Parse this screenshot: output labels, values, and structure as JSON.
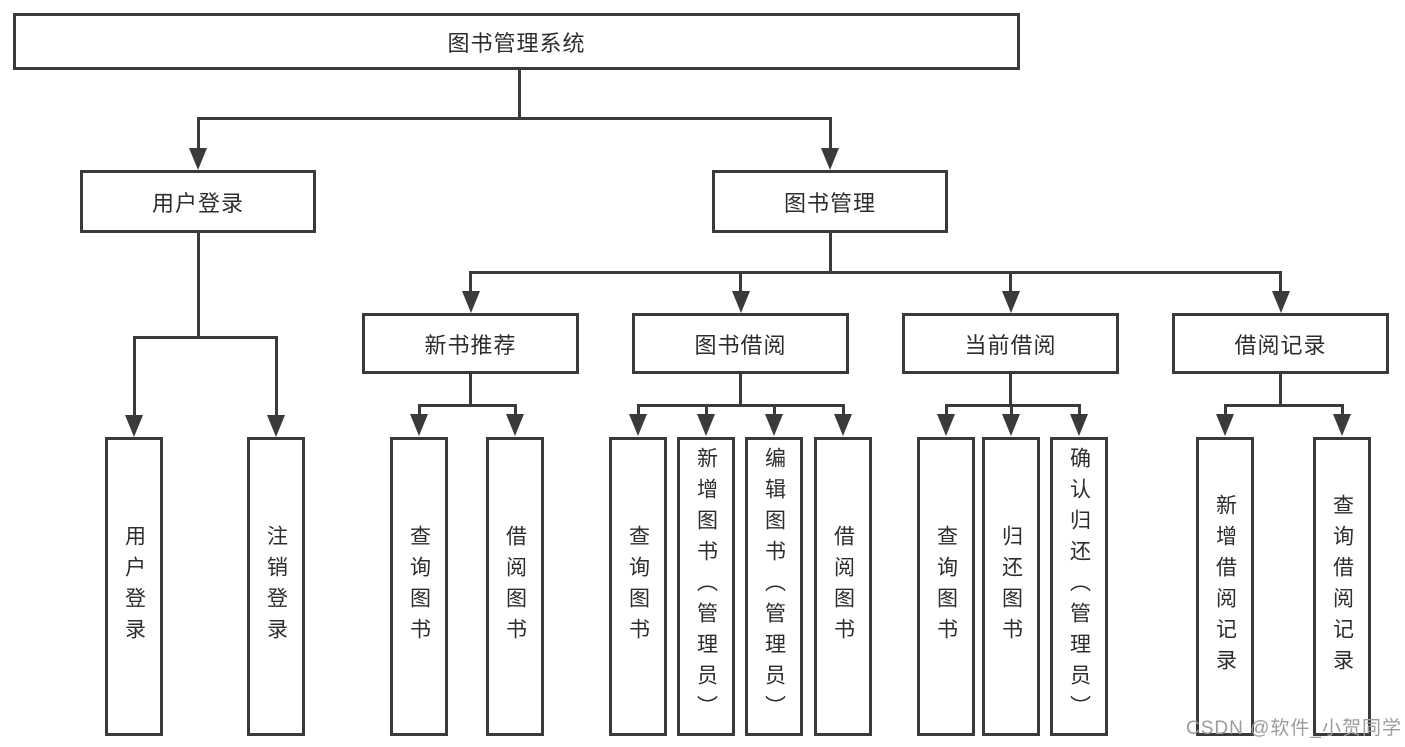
{
  "colors": {
    "line": "#3a3a3a",
    "text": "#2d2d2d",
    "watermark": "#9c9c9c",
    "background": "#ffffff"
  },
  "tree": {
    "root_label": "图书管理系统",
    "user_login": {
      "label": "用户登录",
      "children": [
        {
          "label": "用户登录"
        },
        {
          "label": "注销登录"
        }
      ]
    },
    "book_management": {
      "label": "图书管理",
      "groups": [
        {
          "label": "新书推荐",
          "children": [
            {
              "label": "查询图书"
            },
            {
              "label": "借阅图书"
            }
          ]
        },
        {
          "label": "图书借阅",
          "children": [
            {
              "label": "查询图书"
            },
            {
              "label": "新增图书（管理员）"
            },
            {
              "label": "编辑图书（管理员）"
            },
            {
              "label": "借阅图书"
            }
          ]
        },
        {
          "label": "当前借阅",
          "children": [
            {
              "label": "查询图书"
            },
            {
              "label": "归还图书"
            },
            {
              "label": "确认归还（管理员）"
            }
          ]
        },
        {
          "label": "借阅记录",
          "children": [
            {
              "label": "新增借阅记录"
            },
            {
              "label": "查询借阅记录"
            }
          ]
        }
      ]
    }
  },
  "watermark": {
    "text": "CSDN @软件_小贺同学"
  }
}
